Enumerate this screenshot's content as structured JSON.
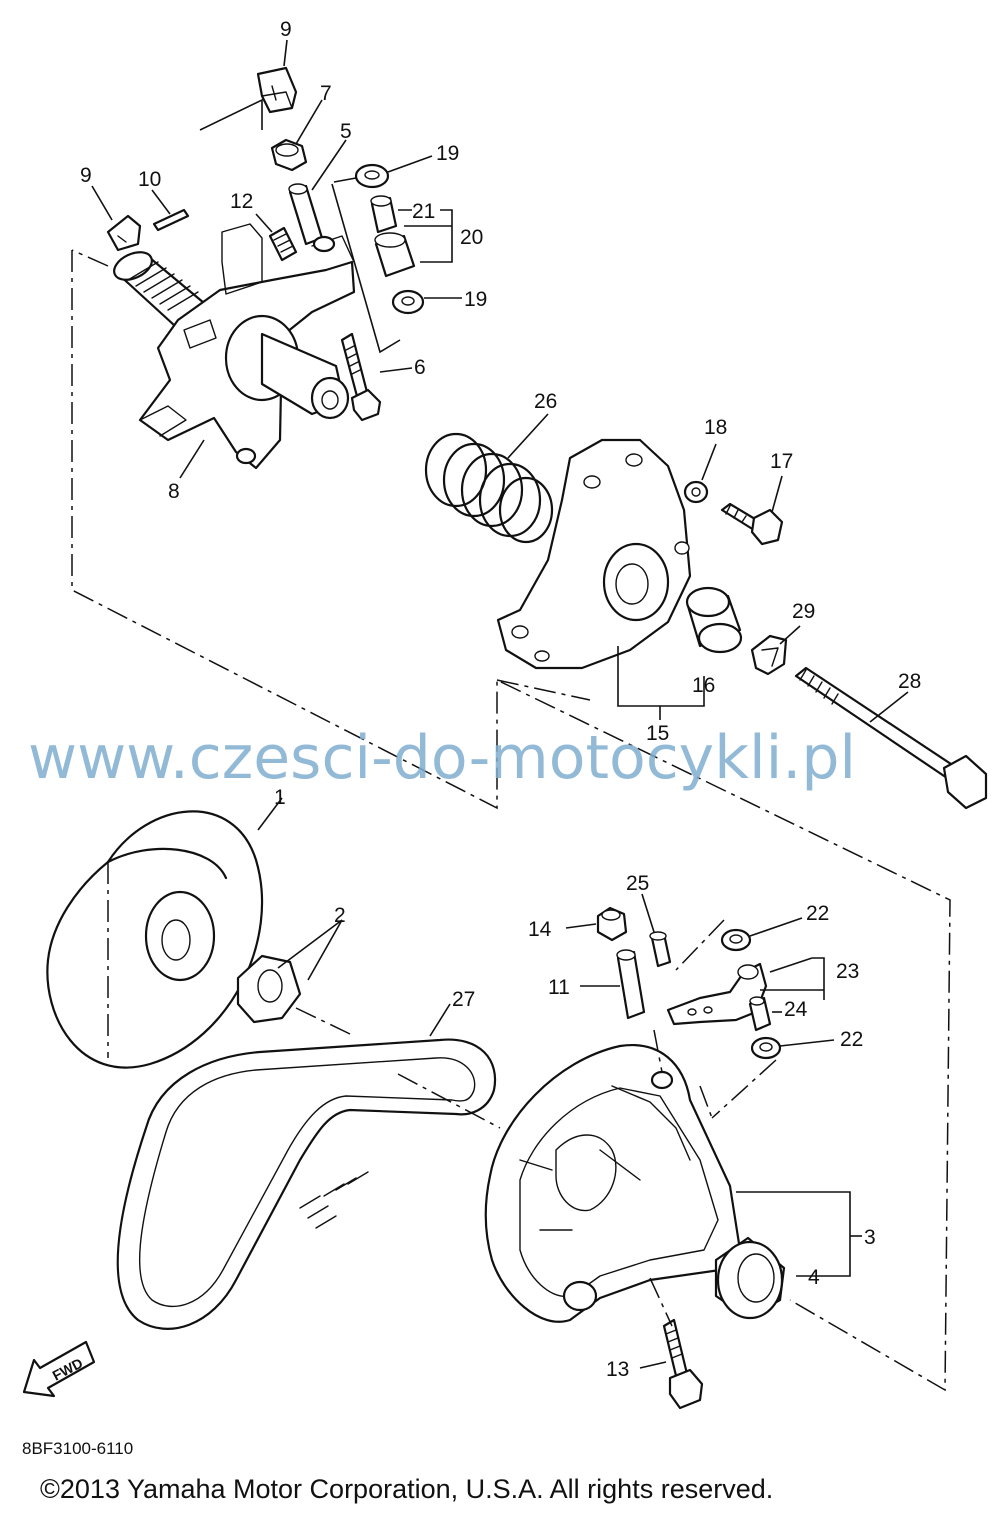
{
  "watermark": "www.czesci-do-motocykli.pl",
  "diagram_code": "8BF3100-6110",
  "copyright": "©2013 Yamaha Motor Corporation, U.S.A. All rights reserved.",
  "fwd_label": "FWD",
  "callouts": {
    "c1": "1",
    "c2": "2",
    "c3": "3",
    "c4": "4",
    "c5": "5",
    "c6": "6",
    "c7": "7",
    "c8": "8",
    "c9a": "9",
    "c9b": "9",
    "c10": "10",
    "c11": "11",
    "c12": "12",
    "c13": "13",
    "c14": "14",
    "c15": "15",
    "c16": "16",
    "c17": "17",
    "c18": "18",
    "c19a": "19",
    "c19b": "19",
    "c20": "20",
    "c21": "21",
    "c22a": "22",
    "c22b": "22",
    "c23": "23",
    "c24": "24",
    "c25": "25",
    "c26": "26",
    "c27": "27",
    "c28": "28",
    "c29": "29"
  }
}
